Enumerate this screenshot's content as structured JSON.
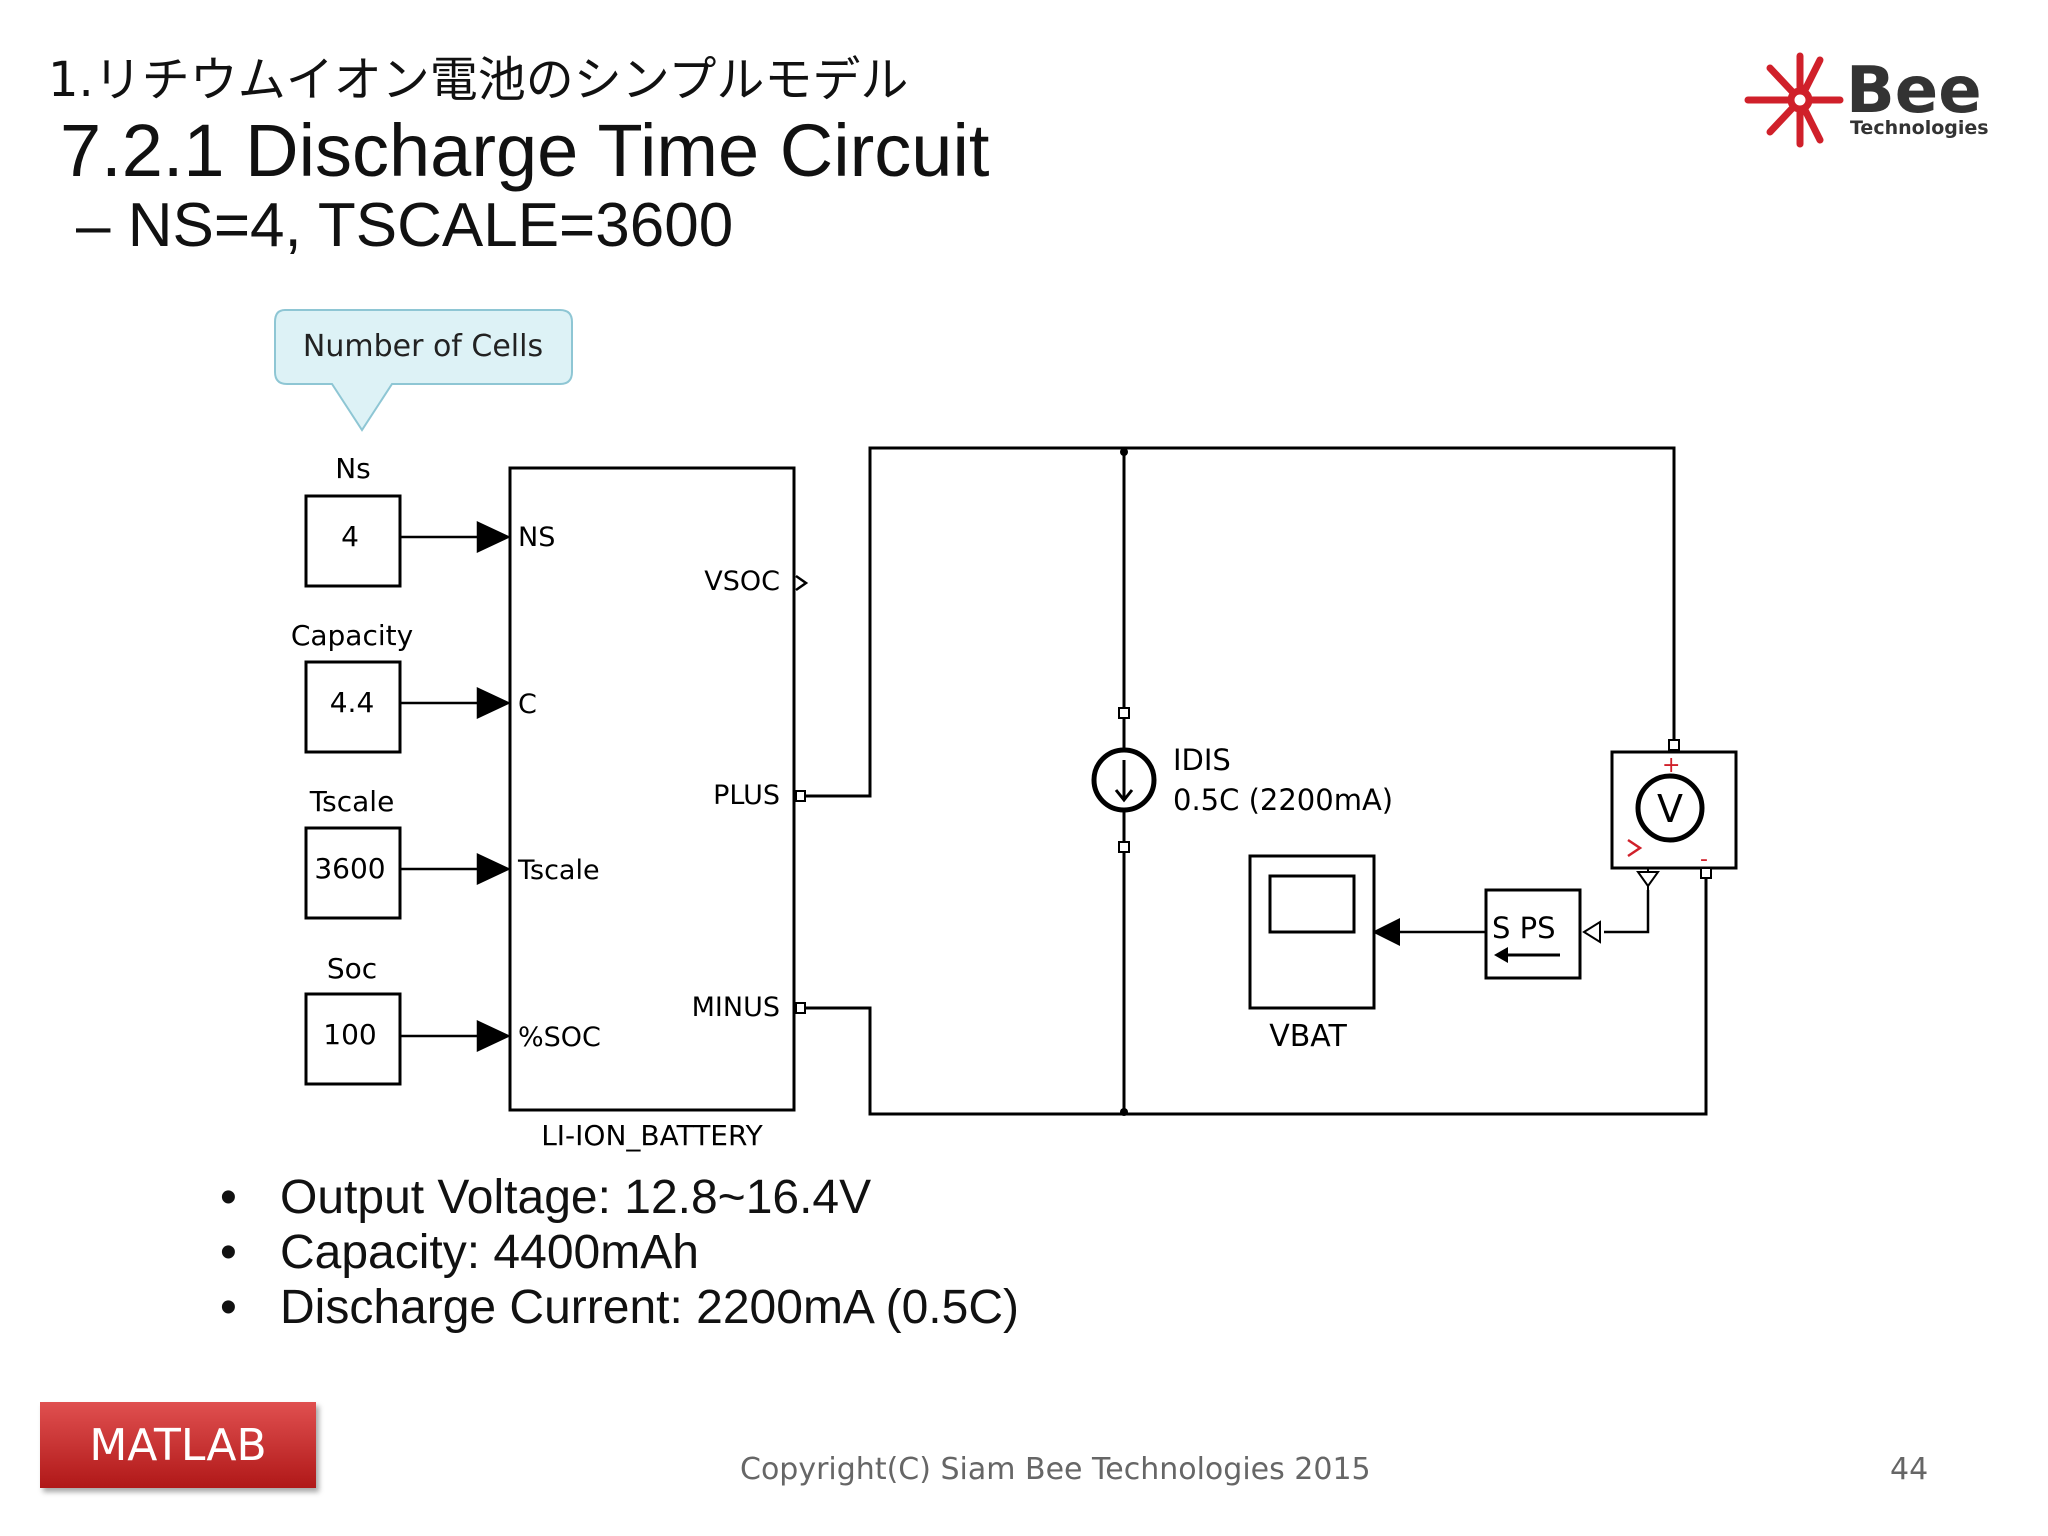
{
  "header": {
    "jp_title": "1.リチウムイオン電池のシンプルモデル",
    "title": "7.2.1 Discharge Time Circuit",
    "subtitle": "– NS=4, TSCALE=3600"
  },
  "logo": {
    "name": "Bee",
    "sub": "Technologies",
    "accent": "#d0202a"
  },
  "callout": {
    "text": "Number of Cells"
  },
  "constants": [
    {
      "label": "Ns",
      "value": "4"
    },
    {
      "label": "Capacity",
      "value": "4.4"
    },
    {
      "label": "Tscale",
      "value": "3600"
    },
    {
      "label": "Soc",
      "value": "100"
    }
  ],
  "battery": {
    "name": "LI-ION_BATTERY",
    "inputs": [
      "NS",
      "C",
      "Tscale",
      "%SOC"
    ],
    "outputs": [
      "VSOC",
      "PLUS",
      "MINUS"
    ]
  },
  "current_source": {
    "name": "IDIS",
    "value": "0.5C (2200mA)"
  },
  "converter": {
    "label": "S PS"
  },
  "scope": {
    "name": "VBAT"
  },
  "voltmeter": {
    "symbol": "V"
  },
  "bullets": [
    "Output Voltage:  12.8~16.4V",
    "Capacity: 4400mAh",
    "Discharge Current: 2200mA (0.5C)"
  ],
  "badge": {
    "label": "MATLAB"
  },
  "footer": {
    "copyright": "Copyright(C) Siam Bee Technologies 2015",
    "page": "44"
  }
}
